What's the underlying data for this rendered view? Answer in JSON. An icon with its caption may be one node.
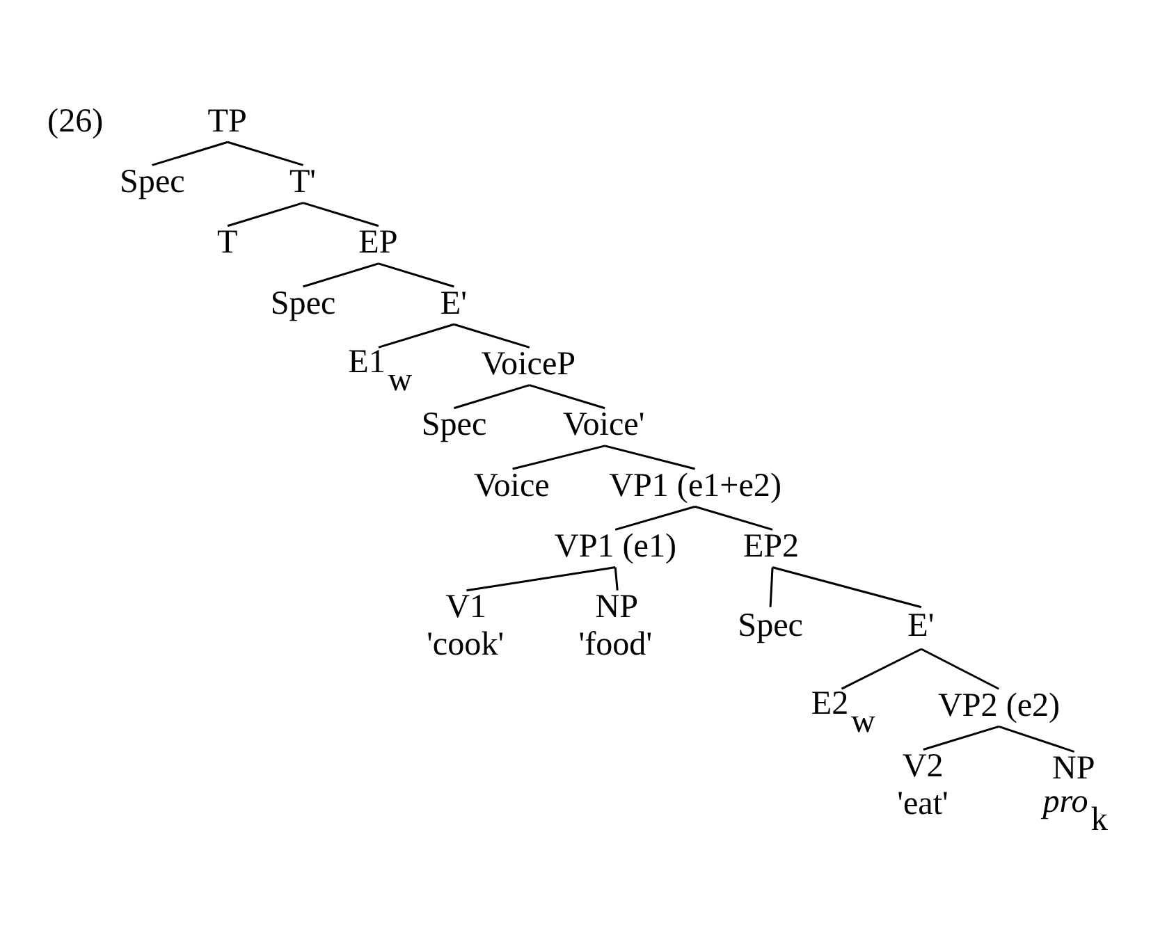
{
  "diagram": {
    "nodes": [
      {
        "text": [
          "TP"
        ]
      },
      {
        "text": [
          "Spec"
        ]
      },
      {
        "text": [
          "T'"
        ]
      },
      {
        "text": [
          "T"
        ]
      },
      {
        "text": [
          "EP"
        ]
      },
      {
        "text": [
          "Spec"
        ]
      },
      {
        "text": [
          "E'"
        ]
      },
      {
        "text": [
          "E1$_{w}$"
        ]
      },
      {
        "text": [
          "VoiceP"
        ]
      },
      {
        "text": [
          "Spec"
        ]
      },
      {
        "text": [
          "Voice'"
        ]
      },
      {
        "text": [
          "Voice"
        ]
      },
      {
        "text": [
          "VP1 (e1+e2)"
        ]
      },
      {
        "text": [
          "VP1 (e1)"
        ]
      },
      {
        "text": [
          "EP2"
        ]
      },
      {
        "text": [
          "V1",
          "'cook'"
        ]
      },
      {
        "text": [
          "NP",
          "'food'"
        ]
      },
      {
        "text": [
          "Spec"
        ]
      },
      {
        "text": [
          "E'"
        ]
      },
      {
        "text": [
          "E2$_{w}$"
        ]
      },
      {
        "text": [
          "VP2 (e2)"
        ]
      },
      {
        "text": [
          "V2",
          "'eat'"
        ]
      },
      {
        "text": [
          "NP",
          "*pro*$_{k}$"
        ]
      }
    ],
    "edges": [
      {
        "from": 0,
        "to": 1,
        "arrow": "none"
      },
      {
        "from": 0,
        "to": 2,
        "arrow": "none"
      },
      {
        "from": 2,
        "to": 3,
        "arrow": "none"
      },
      {
        "from": 2,
        "to": 4,
        "arrow": "none"
      },
      {
        "from": 4,
        "to": 5,
        "arrow": "none"
      },
      {
        "from": 4,
        "to": 6,
        "arrow": "none"
      },
      {
        "from": 6,
        "to": 7,
        "arrow": "none"
      },
      {
        "from": 6,
        "to": 8,
        "arrow": "none"
      },
      {
        "from": 8,
        "to": 9,
        "arrow": "none"
      },
      {
        "from": 8,
        "to": 10,
        "arrow": "none"
      },
      {
        "from": 10,
        "to": 11,
        "arrow": "none"
      },
      {
        "from": 10,
        "to": 12,
        "arrow": "none"
      },
      {
        "from": 12,
        "to": 13,
        "arrow": "none"
      },
      {
        "from": 12,
        "to": 14,
        "arrow": "none"
      },
      {
        "from": 13,
        "to": 15,
        "arrow": "none"
      },
      {
        "from": 13,
        "to": 16,
        "arrow": "none"
      },
      {
        "from": 14,
        "to": 17,
        "arrow": "none"
      },
      {
        "from": 14,
        "to": 18,
        "arrow": "none"
      },
      {
        "from": 18,
        "to": 19,
        "arrow": "none"
      },
      {
        "from": 18,
        "to": 20,
        "arrow": "none"
      },
      {
        "from": 20,
        "to": 21,
        "arrow": "none"
      },
      {
        "from": 20,
        "to": 22,
        "arrow": "none"
      }
    ],
    "labels": [
      "(26)"
    ]
  }
}
